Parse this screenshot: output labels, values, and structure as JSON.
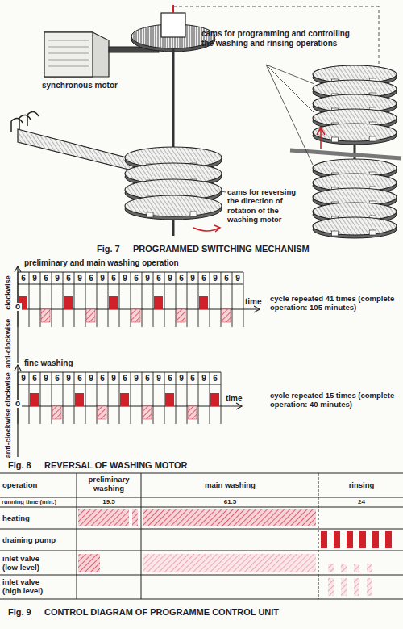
{
  "diagram": {
    "labels": [
      "cams for programming and controlling the washing and rinsing operations",
      "synchronous motor",
      "cams for reversing the direction of rotation of the washing motor",
      "Fig. 7",
      "PROGRAMMED SWITCHING MECHANISM",
      "preliminary and main washing operation",
      "clockwise",
      "anti-clockwise",
      "o",
      "time",
      "cycle repeated 41 times (complete operation: 105 minutes)",
      "fine washing",
      "clockwise",
      "anti-clockwise",
      "o",
      "time",
      "cycle repeated 15 times (complete operation: 40 minutes)",
      "Fig. 8",
      "REVERSAL OF WASHING MOTOR",
      "operation",
      "preliminary washing",
      "main washing",
      "rinsing",
      "running time (min.)",
      "19.5",
      "61.5",
      "24",
      "heating",
      "draining pump",
      "inlet valve (low level)",
      "inlet valve (high level)",
      "Fig. 9",
      "CONTROL DIAGRAM OF PROGRAMME CONTROL UNIT",
      "6",
      "9",
      "6",
      "9",
      "6",
      "9",
      "6",
      "9",
      "6",
      "9",
      "6",
      "9",
      "6",
      "9",
      "6",
      "9",
      "6",
      "9",
      "6",
      "9",
      "9",
      "6",
      "9",
      "6",
      "9",
      "6",
      "9",
      "6",
      "9",
      "6",
      "9",
      "6",
      "9",
      "6",
      "9",
      "6",
      "9",
      "6"
    ]
  }
}
